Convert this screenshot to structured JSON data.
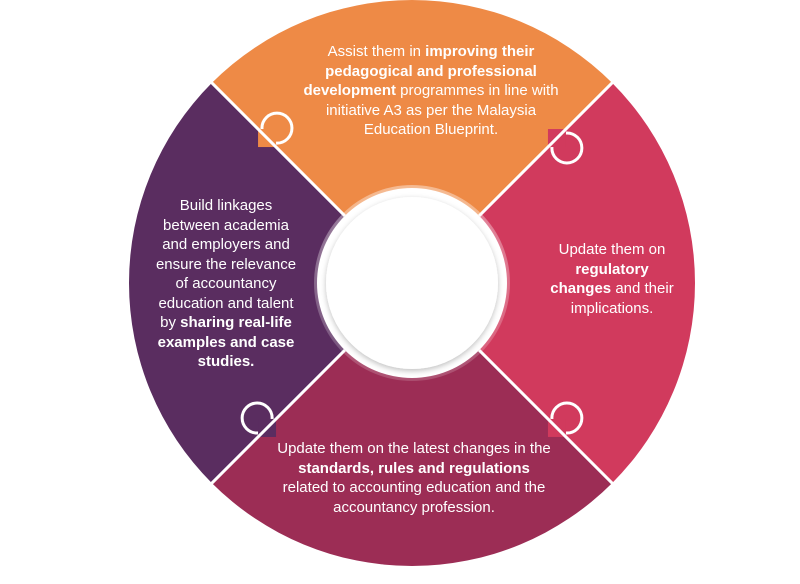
{
  "segments": [
    {
      "id": "top",
      "color": "#ee8a46",
      "parts": [
        {
          "text": "Assist them in ",
          "bold": false
        },
        {
          "text": "improving their pedagogical and professional development",
          "bold": true
        },
        {
          "text": " programmes in line with initiative A3 as per the Malaysia Education Blueprint.",
          "bold": false
        }
      ]
    },
    {
      "id": "right",
      "color": "#d13a5d",
      "parts": [
        {
          "text": "Update them on ",
          "bold": false
        },
        {
          "text": "regulatory changes",
          "bold": true
        },
        {
          "text": " and their implications.",
          "bold": false
        }
      ]
    },
    {
      "id": "bottom",
      "color": "#9c2d55",
      "parts": [
        {
          "text": "Update them on the latest changes in the ",
          "bold": false
        },
        {
          "text": "standards, rules and regulations",
          "bold": true
        },
        {
          "text": " related to accounting education and the accountancy profession.",
          "bold": false
        }
      ]
    },
    {
      "id": "left",
      "color": "#5a2d60",
      "parts": [
        {
          "text": "Build linkages between academia and employers and ensure the relevance of accountancy education and talent by ",
          "bold": false
        },
        {
          "text": "sharing real-life examples and case studies.",
          "bold": true
        }
      ]
    }
  ]
}
